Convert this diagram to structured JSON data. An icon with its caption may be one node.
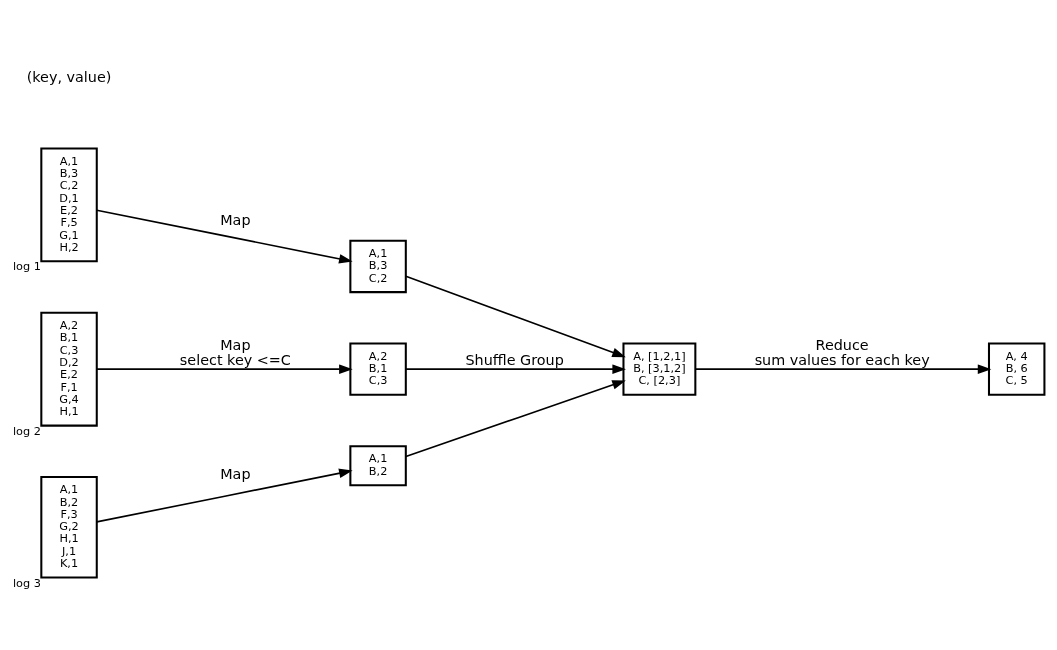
{
  "diagram": {
    "nodes": [
      {
        "text": [
          "A,1",
          "B,3",
          "C,2",
          "D,1",
          "E,2",
          "F,5",
          "G,1",
          "H,2"
        ],
        "beside": [
          "log 1"
        ]
      },
      {
        "text": [
          "A,2",
          "B,1",
          "C,3",
          "D,2",
          "E,2",
          "F,1",
          "G,4",
          "H,1"
        ],
        "beside": [
          "log 2"
        ]
      },
      {
        "text": [
          "A,1",
          "B,2",
          "F,3",
          "G,2",
          "H,1",
          "J,1",
          "K,1"
        ],
        "beside": [
          "log 3"
        ]
      },
      {
        "text": [
          "A,1",
          "B,3",
          "C,2"
        ]
      },
      {
        "text": [
          "A,2",
          "B,1",
          "C,3"
        ]
      },
      {
        "text": [
          "A,1",
          "B,2"
        ]
      },
      {
        "text": [
          "A, [1,2,1]",
          "B, [3,1,2]",
          "C, [2,3]"
        ]
      },
      {
        "text": [
          "A, 4",
          "B, 6",
          "C, 5"
        ]
      }
    ],
    "edges": [
      {
        "from": 0,
        "to": 3,
        "arrow": "to",
        "label": [
          "Map"
        ]
      },
      {
        "from": 1,
        "to": 4,
        "arrow": "to",
        "label": [
          "Map",
          "select key <=C"
        ]
      },
      {
        "from": 2,
        "to": 5,
        "arrow": "to",
        "label": [
          "Map"
        ]
      },
      {
        "from": 3,
        "to": 6,
        "arrow": "to"
      },
      {
        "from": 4,
        "to": 6,
        "arrow": "to",
        "label": [
          "Shuffle Group"
        ]
      },
      {
        "from": 5,
        "to": 6,
        "arrow": "to"
      },
      {
        "from": 6,
        "to": 7,
        "arrow": "to",
        "label": [
          "Reduce",
          "sum values for each key"
        ]
      }
    ],
    "labels": [
      "(key, value)"
    ]
  }
}
